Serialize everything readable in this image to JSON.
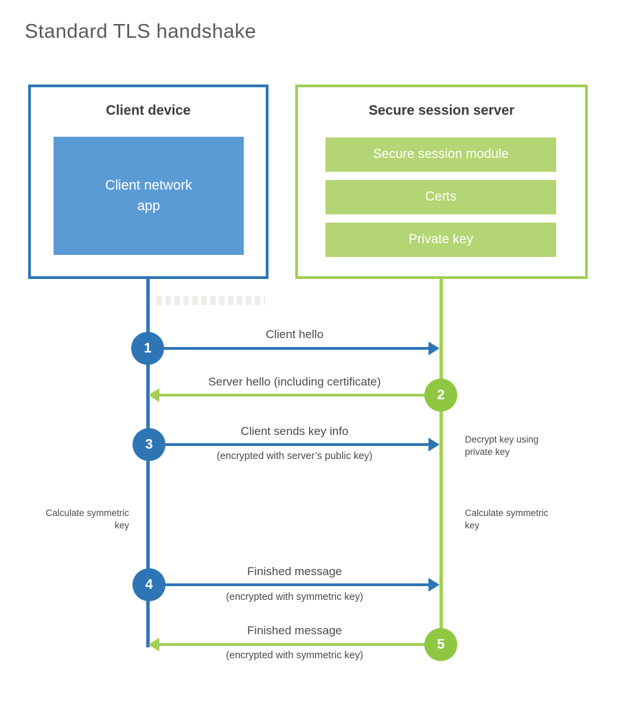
{
  "title": "Standard TLS handshake",
  "client": {
    "title": "Client device",
    "module": "Client network app"
  },
  "server": {
    "title": "Secure session server",
    "modules": [
      "Secure session module",
      "Certs",
      "Private key"
    ]
  },
  "steps": [
    {
      "num": "1",
      "label": "Client hello",
      "sub": "",
      "from": "client",
      "to": "server"
    },
    {
      "num": "2",
      "label": "Server hello (including certificate)",
      "sub": "",
      "from": "server",
      "to": "client"
    },
    {
      "num": "3",
      "label": "Client sends key info",
      "sub": "(encrypted with server’s public key)",
      "from": "client",
      "to": "server"
    },
    {
      "num": "4",
      "label": "Finished message",
      "sub": "(encrypted with symmetric key)",
      "from": "client",
      "to": "server"
    },
    {
      "num": "5",
      "label": "Finished message",
      "sub": "(encrypted with symmetric key)",
      "from": "server",
      "to": "client"
    }
  ],
  "notes": {
    "decrypt": "Decrypt key using private key",
    "calculate_left": "Calculate symmetric key",
    "calculate_right": "Calculate symmetric key"
  },
  "colors": {
    "client_blue": "#2e75b6",
    "client_fill_blue": "#5b9bd5",
    "server_green": "#a2cf54",
    "server_circle_green": "#8fc743",
    "server_fill_green": "#b4d573",
    "heading_text": "#3d3d3d",
    "body_text": "#4a4a4a",
    "title_text": "#5a5a5a"
  }
}
